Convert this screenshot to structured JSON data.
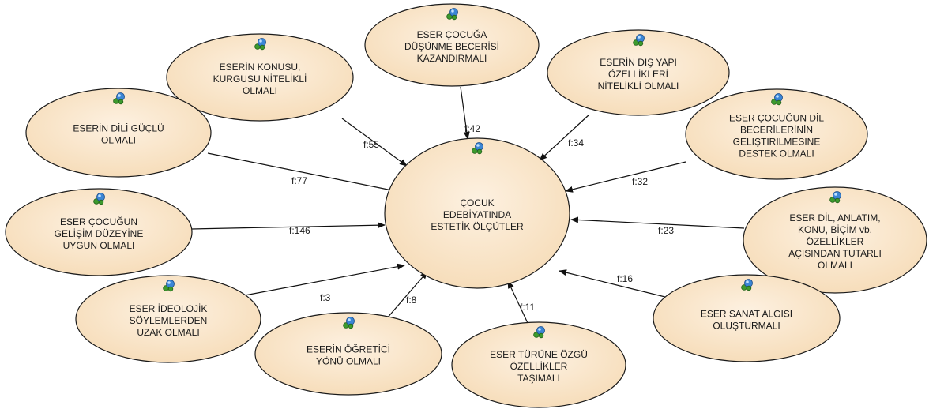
{
  "center": {
    "id": "center",
    "lines": [
      "ÇOCUK",
      "EDEBİYATINDA",
      "ESTETİK ÖLÇÜTLER"
    ]
  },
  "nodes": [
    {
      "id": "n1",
      "lines": [
        "ESER ÇOCUĞA",
        "DÜŞÜNME BECERİSİ",
        "KAZANDIRMALI"
      ],
      "label": "f:42"
    },
    {
      "id": "n2",
      "lines": [
        "ESERİN KONUSU,",
        "KURGUSU NİTELİKLİ",
        "OLMALI"
      ],
      "label": "f:55"
    },
    {
      "id": "n3",
      "lines": [
        "ESERİN DIŞ YAPI",
        "ÖZELLİKLERİ",
        "NİTELİKLİ OLMALI"
      ],
      "label": "f:34"
    },
    {
      "id": "n4",
      "lines": [
        "ESERİN DİLİ GÜÇLÜ",
        "OLMALI"
      ],
      "label": "f:77"
    },
    {
      "id": "n5",
      "lines": [
        "ESER ÇOCUĞUN DİL",
        "BECERİLERİNİN",
        "GELİŞTİRİLMESİNE",
        "DESTEK OLMALI"
      ],
      "label": "f:32"
    },
    {
      "id": "n6",
      "lines": [
        "ESER ÇOCUĞUN",
        "GELİŞİM DÜZEYİNE",
        "UYGUN OLMALI"
      ],
      "label": "f:146"
    },
    {
      "id": "n7",
      "lines": [
        "ESER DİL, ANLATIM,",
        "KONU, BİÇİM vb.",
        "ÖZELLİKLER",
        "AÇISINDAN TUTARLI",
        "OLMALI"
      ],
      "label": "f:23"
    },
    {
      "id": "n8",
      "lines": [
        "ESER İDEOLOJİK",
        "SÖYLEMLERDEN",
        "UZAK OLMALI"
      ],
      "label": "f:3"
    },
    {
      "id": "n9",
      "lines": [
        "ESERİN ÖĞRETİCİ",
        "YÖNÜ OLMALI"
      ],
      "label": "f:8"
    },
    {
      "id": "n10",
      "lines": [
        "ESER TÜRÜNE ÖZGÜ",
        "ÖZELLİKLER",
        "TAŞIMALI"
      ],
      "label": "f:11"
    },
    {
      "id": "n11",
      "lines": [
        "ESER SANAT ALGISI",
        "OLUŞTURMALI"
      ],
      "label": "f:16"
    }
  ],
  "colors": {
    "ellipse_fill_light": "#fdf1e1",
    "ellipse_fill_dark": "#f6dcb8",
    "ellipse_stroke": "#1a1a1a",
    "edge": "#111111",
    "icon_green": "#3d9a2e",
    "icon_blue": "#3b86d6"
  },
  "icon": "concept-node-icon"
}
